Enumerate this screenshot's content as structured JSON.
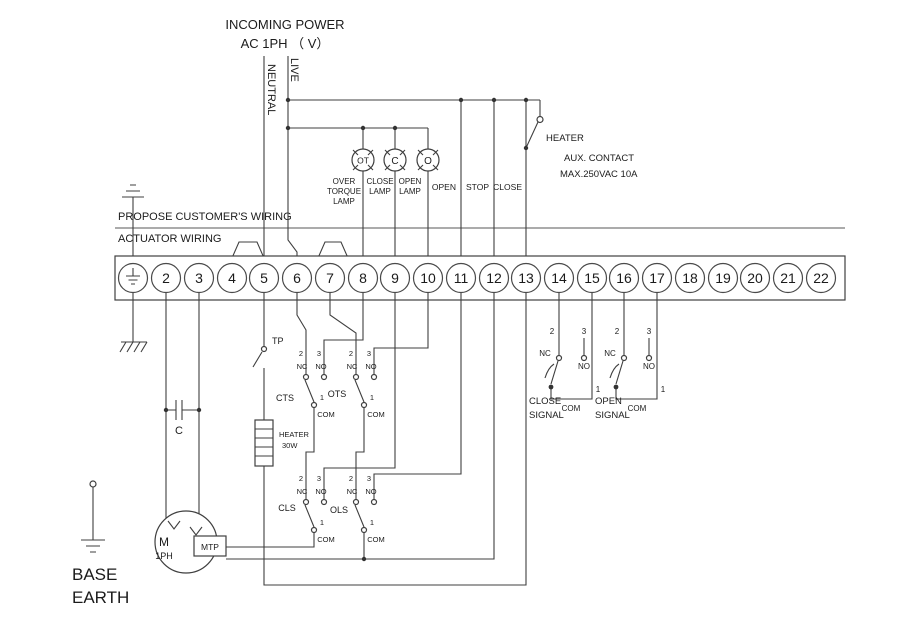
{
  "title": {
    "line1": "INCOMING POWER",
    "line2": "AC  1PH （ V）"
  },
  "power": {
    "neutral": "NEUTRAL",
    "live": "LIVE"
  },
  "zones": {
    "customer": "PROPOSE CUSTOMER'S WIRING",
    "actuator": "ACTUATOR WIRING"
  },
  "terminals": [
    "2",
    "3",
    "4",
    "5",
    "6",
    "7",
    "8",
    "9",
    "10",
    "11",
    "12",
    "13",
    "14",
    "15",
    "16",
    "17",
    "18",
    "19",
    "20",
    "21",
    "22"
  ],
  "lamps": {
    "ot": "OT",
    "c": "C",
    "o": "O",
    "ot_label": [
      "OVER",
      "TORQUE",
      "LAMP"
    ],
    "c_label": [
      "CLOSE",
      "LAMP"
    ],
    "o_label": [
      "OPEN",
      "LAMP"
    ]
  },
  "buttons": {
    "open": "OPEN",
    "stop": "STOP",
    "close": "CLOSE"
  },
  "heater": {
    "switch_label": "HEATER",
    "element": [
      "HEATER",
      "30W"
    ]
  },
  "aux_contact": {
    "line1": "AUX. CONTACT",
    "line2": "MAX.250VAC 10A"
  },
  "contacts": {
    "n1": "1",
    "n2": "2",
    "n3": "3",
    "nc": "NC",
    "no": "NO",
    "com": "COM"
  },
  "switches": {
    "tp": "TP",
    "cts": "CTS",
    "ots": "OTS",
    "cls": "CLS",
    "ols": "OLS"
  },
  "signals": {
    "close": [
      "CLOSE",
      "SIGNAL"
    ],
    "open": [
      "OPEN",
      "SIGNAL"
    ]
  },
  "motor": {
    "m": "M",
    "phase": "1PH",
    "mtp": "MTP",
    "capacitor": "C"
  },
  "base_earth": [
    "BASE",
    "EARTH"
  ]
}
